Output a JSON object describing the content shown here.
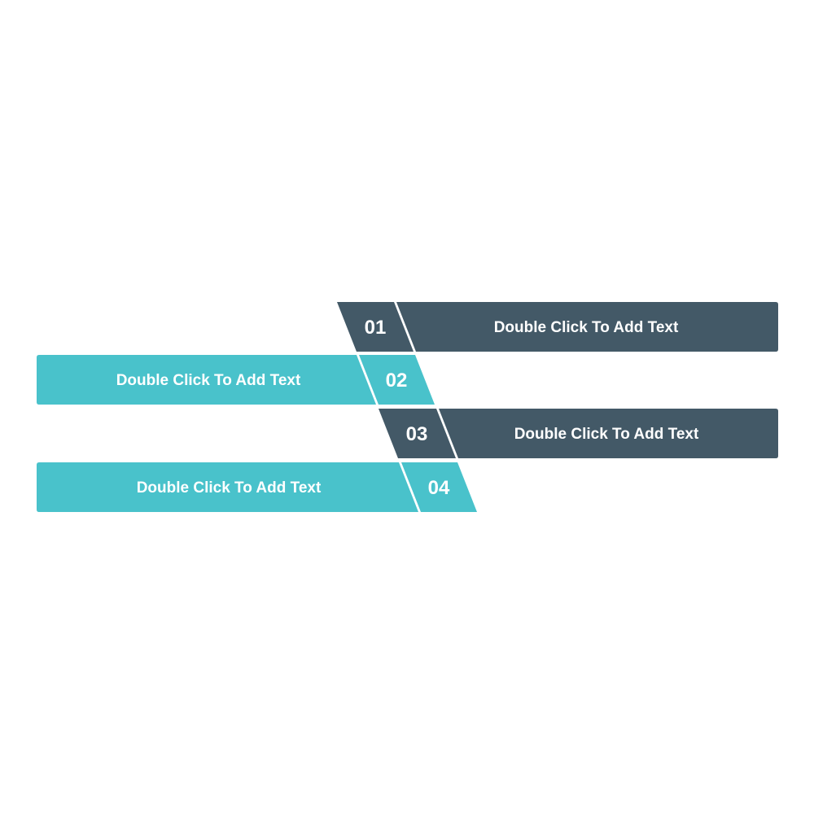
{
  "colors": {
    "dark": "#435967",
    "teal": "#49c2cb",
    "text": "#ffffff"
  },
  "steps": [
    {
      "number": "01",
      "text": "Double Click To Add Text",
      "color": "dark"
    },
    {
      "number": "02",
      "text": "Double Click To Add Text",
      "color": "teal"
    },
    {
      "number": "03",
      "text": "Double Click To Add Text",
      "color": "dark"
    },
    {
      "number": "04",
      "text": "Double Click To Add Text",
      "color": "teal"
    }
  ]
}
